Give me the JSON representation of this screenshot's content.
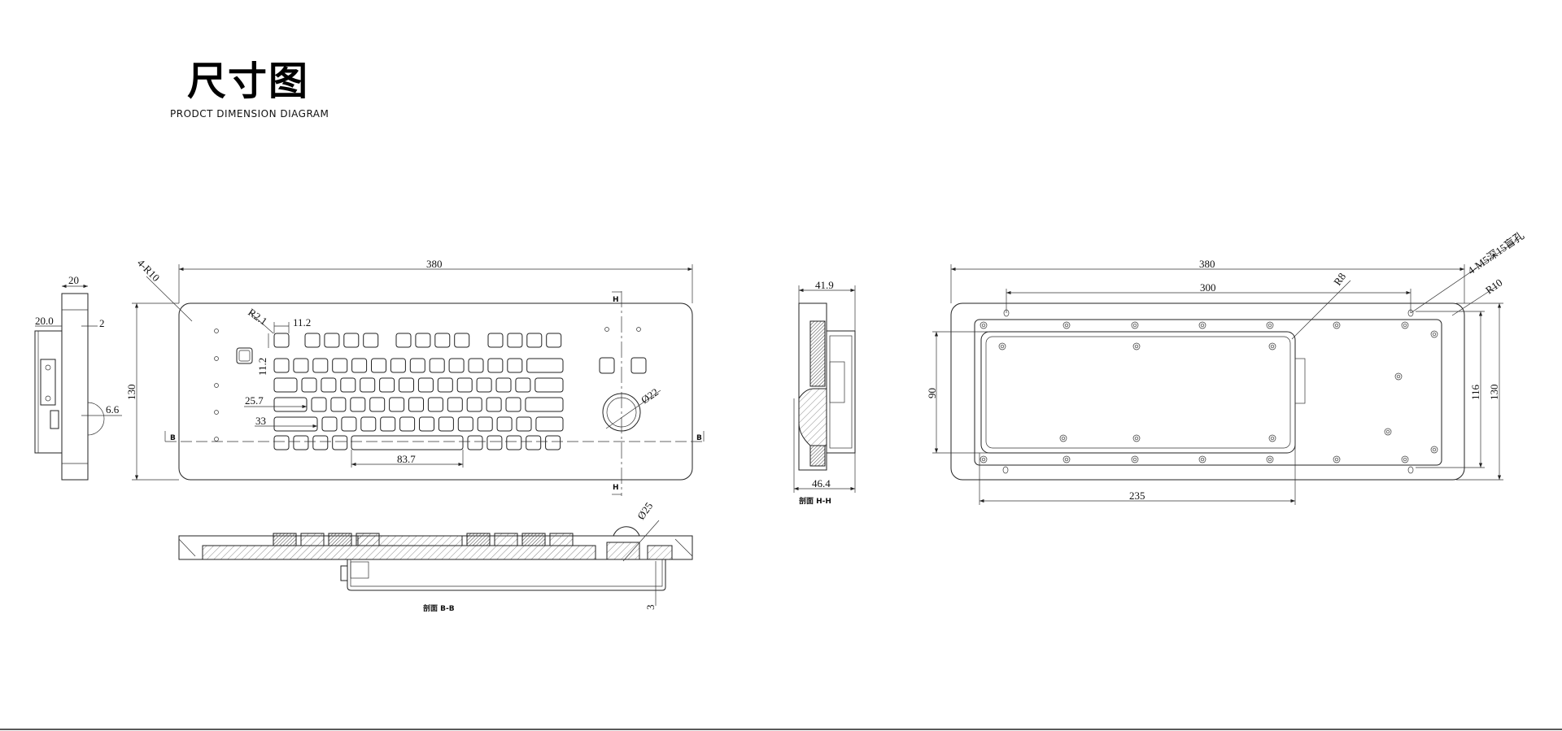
{
  "header": {
    "title": "尺寸图",
    "subtitle": "PRODCT  DIMENSION  DIAGRAM"
  },
  "side_view": {
    "width_top": "20",
    "width_left": "20.0",
    "offset": "2",
    "depth": "6.6"
  },
  "front_view": {
    "overall_width": "380",
    "overall_height": "130",
    "corner_radius": "4-R10",
    "key_radius": "R2.1",
    "key_width": "11.2",
    "key_height": "11.2",
    "shift_key": "25.7",
    "enter_key": "33",
    "space_key": "83.7",
    "trackball": "Ø22",
    "section_h": "H",
    "section_b": "B"
  },
  "section_hh": {
    "top_depth": "41.9",
    "bottom_depth": "46.4",
    "label": "剖面 H-H"
  },
  "section_bb": {
    "ball": "Ø25",
    "wall": "3",
    "label": "剖面 B-B"
  },
  "back_view": {
    "overall_width": "380",
    "hole_spacing": "300",
    "recess_width": "235",
    "recess_height": "90",
    "plate_height": "116",
    "overall_height": "130",
    "recess_radius": "R8",
    "holes": "4-M5深15盲孔",
    "corner_radius": "R10"
  }
}
